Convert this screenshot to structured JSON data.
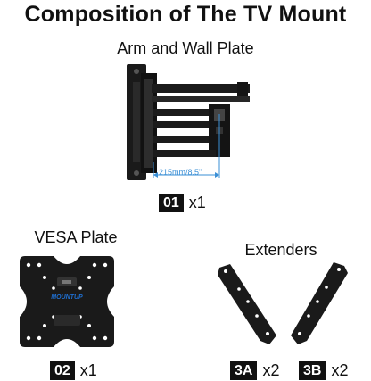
{
  "title": "Composition of The TV Mount",
  "arm": {
    "heading": "Arm and Wall Plate",
    "dimension": "215mm/8.5\"",
    "tag": "01",
    "qty": "x1"
  },
  "vesa": {
    "heading": "VESA Plate",
    "logo": "MOUNTUP",
    "tag": "02",
    "qty": "x1"
  },
  "extenders": {
    "heading": "Extenders",
    "items": [
      {
        "tag": "3A",
        "qty": "x2"
      },
      {
        "tag": "3B",
        "qty": "x2"
      }
    ]
  },
  "colors": {
    "metal": "#1a1a1a",
    "dimension_line": "#3a8fd6",
    "logo": "#1f6fd1"
  }
}
